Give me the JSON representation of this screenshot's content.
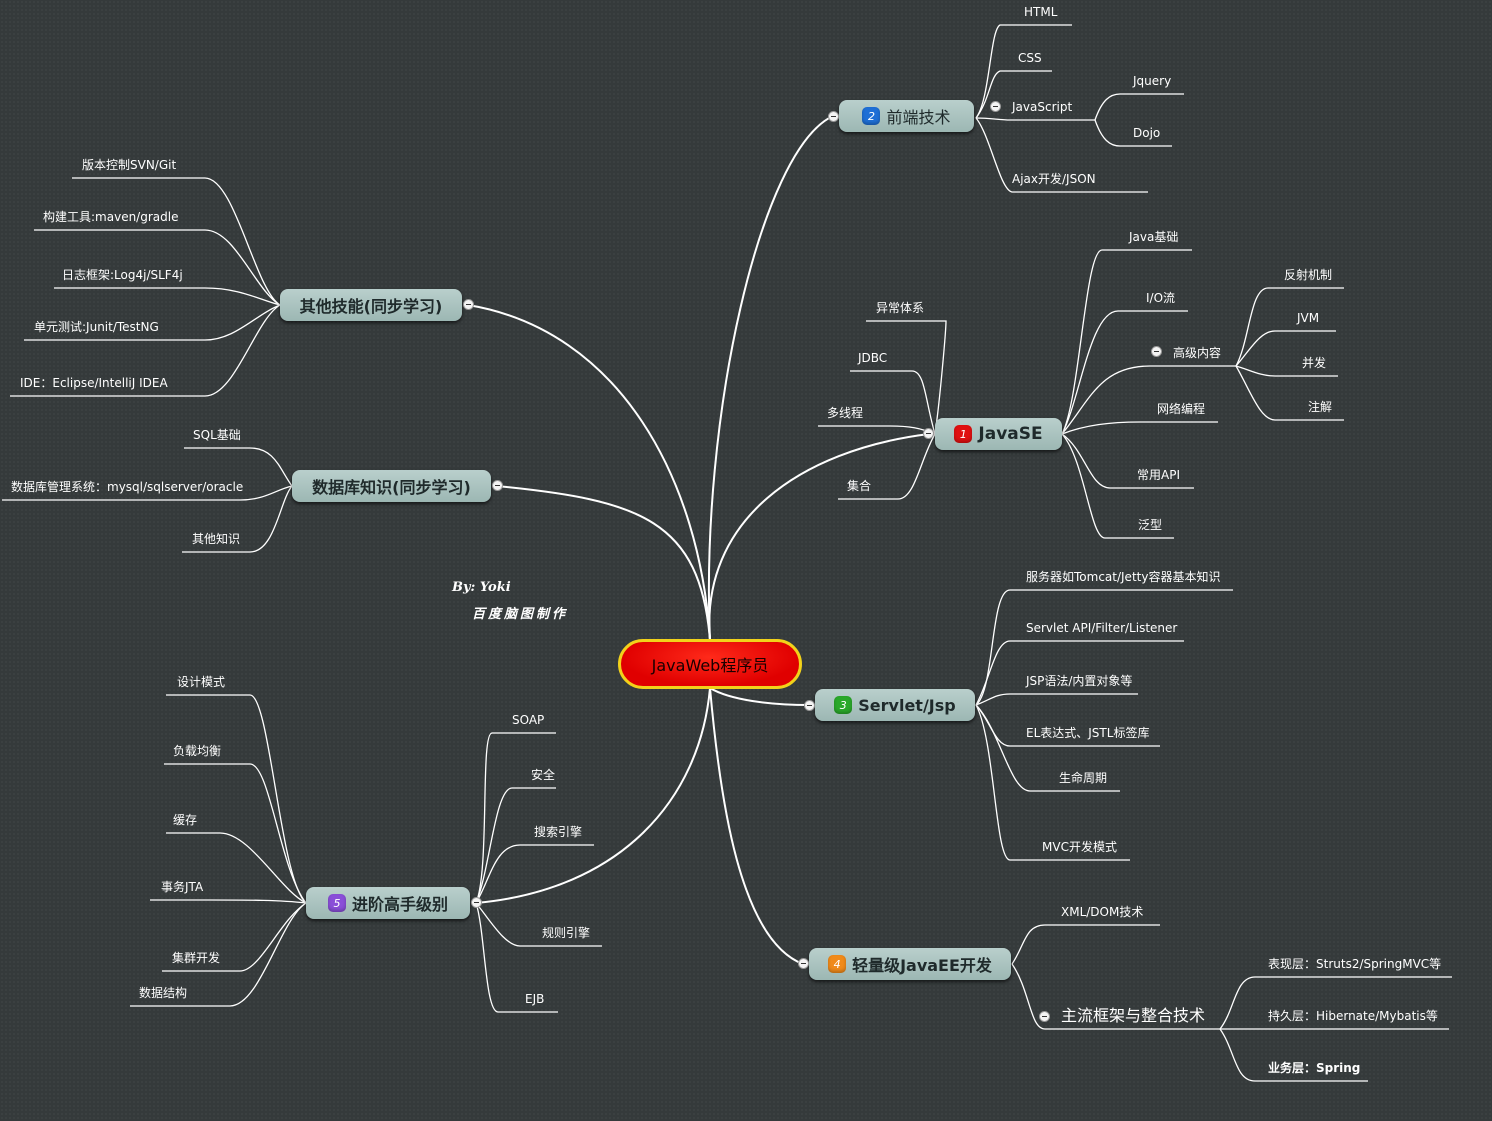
{
  "root": "JavaWeb程序员",
  "signature": {
    "by": "By: Yoki",
    "tool": "百度脑图制作"
  },
  "branches": {
    "frontend": {
      "badge": "2",
      "title": "前端技术",
      "badge_color": "#1e6fd6",
      "items": [
        "HTML",
        "CSS",
        "JavaScript",
        "Ajax开发/JSON"
      ],
      "js_children": [
        "Jquery",
        "Dojo"
      ]
    },
    "javase": {
      "badge": "1",
      "title": "JavaSE",
      "badge_color": "#e01010",
      "right": [
        "Java基础",
        "I/O流",
        "高级内容",
        "网络编程",
        "常用API",
        "泛型"
      ],
      "advanced": [
        "反射机制",
        "JVM",
        "并发",
        "注解"
      ],
      "left": [
        "异常体系",
        "JDBC",
        "多线程",
        "集合"
      ]
    },
    "servlet": {
      "badge": "3",
      "title": "Servlet/Jsp",
      "badge_color": "#2aa82a",
      "items": [
        "服务器如Tomcat/Jetty容器基本知识",
        "Servlet API/Filter/Listener",
        "JSP语法/内置对象等",
        "EL表达式、JSTL标签库",
        "生命周期",
        "MVC开发模式"
      ]
    },
    "javaee": {
      "badge": "4",
      "title": "轻量级JavaEE开发",
      "badge_color": "#f08a1a",
      "items": [
        "XML/DOM技术",
        "主流框架与整合技术"
      ],
      "framework": [
        "表现层：Struts2/SpringMVC等",
        "持久层：Hibernate/Mybatis等",
        "业务层：Spring"
      ]
    },
    "advanced": {
      "badge": "5",
      "title": "进阶高手级别",
      "badge_color": "#8a4fd8",
      "left": [
        "设计模式",
        "负载均衡",
        "缓存",
        "事务JTA",
        "集群开发",
        "数据结构"
      ],
      "right": [
        "SOAP",
        "安全",
        "搜索引擎",
        "规则引擎",
        "EJB"
      ]
    },
    "other": {
      "title": "其他技能(同步学习)",
      "items": [
        "版本控制SVN/Git",
        "构建工具:maven/gradle",
        "日志框架:Log4j/SLF4j",
        "单元测试:Junit/TestNG",
        "IDE：Eclipse/IntelliJ IDEA"
      ]
    },
    "database": {
      "title": "数据库知识(同步学习)",
      "items": [
        "SQL基础",
        "数据库管理系统：mysql/sqlserver/oracle",
        "其他知识"
      ]
    }
  },
  "colors": {
    "background": "#353a3b",
    "line": "#ffffff",
    "branch_fill": "#a9c3bf",
    "root_fill": "#ee0000",
    "root_border": "#f2d21a"
  }
}
